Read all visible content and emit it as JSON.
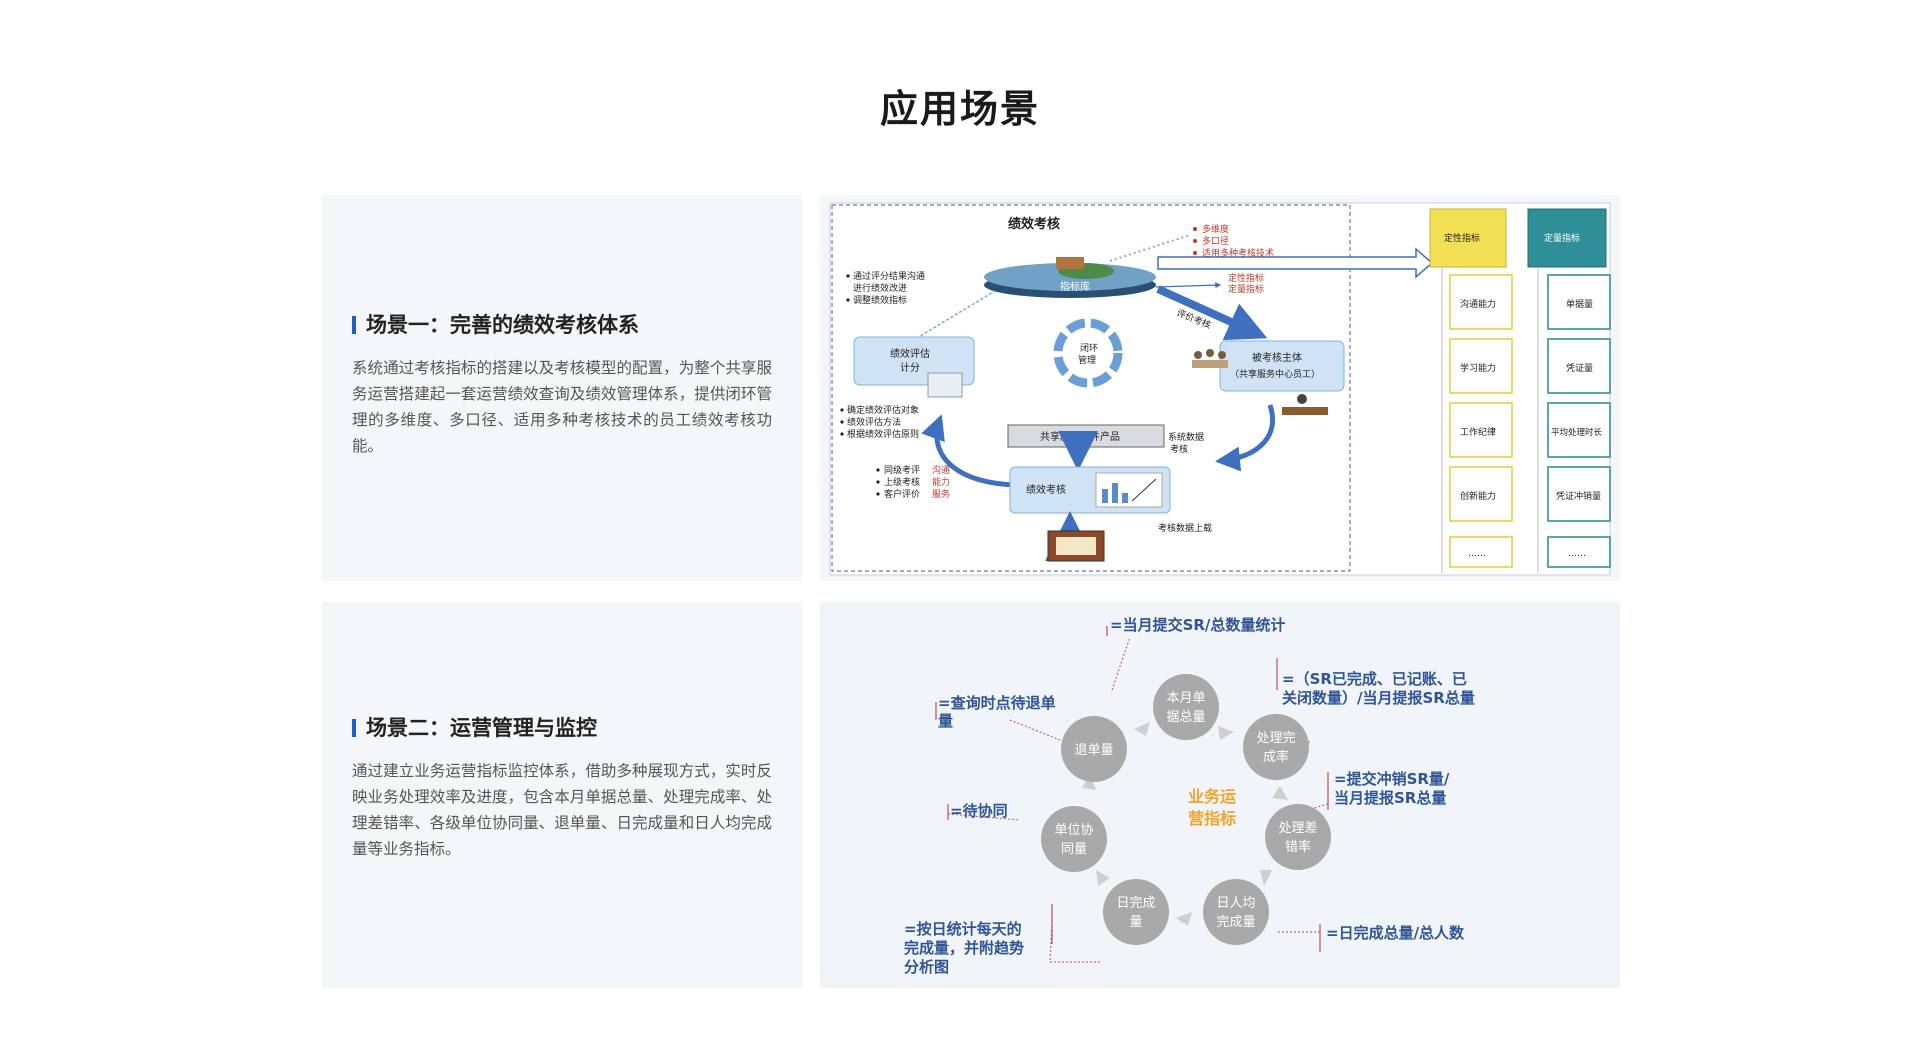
{
  "page": {
    "title": "应用场景"
  },
  "scene1": {
    "title": "场景一：完善的绩效考核体系",
    "description": "系统通过考核指标的搭建以及考核模型的配置，为整个共享服务运营搭建起一套运营绩效查询及绩效管理体系，提供闭环管理的多维度、多口径、适用多种考核技术的员工绩效考核功能。",
    "diagram": {
      "main_label": "绩效考核",
      "disc_label": "指标库",
      "features": [
        "多维度",
        "多口径",
        "适用多种考核技术"
      ],
      "metric_types": [
        "定性指标",
        "定量指标"
      ],
      "feedback": [
        "通过评分结果沟通",
        "进行绩效改进",
        "调整绩效指标"
      ],
      "eval_box": [
        "绩效评估",
        "计分"
      ],
      "loop_label": [
        "闭环",
        "管理"
      ],
      "subject_box": [
        "被考核主体",
        "（共享服务中心员工）"
      ],
      "methods": [
        "确定绩效评估对象",
        "绩效评估方法",
        "根据绩效评估原则"
      ],
      "product_bar": "共享服务套件产品",
      "sys_data": [
        "系统数据",
        "考核"
      ],
      "review_types": [
        {
          "text": "同级考评",
          "tag": "沟通"
        },
        {
          "text": "上级考核",
          "tag": "能力"
        },
        {
          "text": "客户评价",
          "tag": "服务"
        }
      ],
      "assess_box": "绩效考核",
      "upload_label": "考核数据上载",
      "arrow_label": "评价考核",
      "qualitative_header": "定性指标",
      "qualitative_items": [
        "沟通能力",
        "学习能力",
        "工作纪律",
        "创新能力",
        "……"
      ],
      "quantitative_header": "定量指标",
      "quantitative_items": [
        "单据量",
        "凭证量",
        "平均处理时长",
        "凭证冲销量",
        "……"
      ]
    }
  },
  "scene2": {
    "title": "场景二：运营管理与监控",
    "description": "通过建立业务运营指标监控体系，借助多种展现方式，实时反映业务处理效率及进度，包含本月单据总量、处理完成率、处理差错率、各级单位协同量、退单量、日完成量和日人均完成量等业务指标。",
    "diagram": {
      "center": [
        "业务运",
        "营指标"
      ],
      "nodes": [
        {
          "id": "monthly",
          "lines": [
            "本月单",
            "据总量"
          ]
        },
        {
          "id": "completion",
          "lines": [
            "处理完",
            "成率"
          ]
        },
        {
          "id": "error",
          "lines": [
            "处理差",
            "错率"
          ]
        },
        {
          "id": "per-capita",
          "lines": [
            "日人均",
            "完成量"
          ]
        },
        {
          "id": "daily",
          "lines": [
            "日完成",
            "量"
          ]
        },
        {
          "id": "collab",
          "lines": [
            "单位协",
            "同量"
          ]
        },
        {
          "id": "return",
          "lines": [
            "退单量"
          ]
        }
      ],
      "formulas": {
        "monthly": [
          "=当月提交SR/总数量统计"
        ],
        "completion": [
          "=（SR已完成、已记账、已",
          "关闭数量）/当月提报SR总量"
        ],
        "error": [
          "=提交冲销SR量/",
          "当月提报SR总量"
        ],
        "per_capita": [
          "=日完成总量/总人数"
        ],
        "daily": [
          "=按日统计每天的",
          "完成量，并附趋势",
          "分析图"
        ],
        "collab": [
          "=待协同"
        ],
        "return": [
          "=查询时点待退单",
          "量"
        ]
      }
    }
  }
}
